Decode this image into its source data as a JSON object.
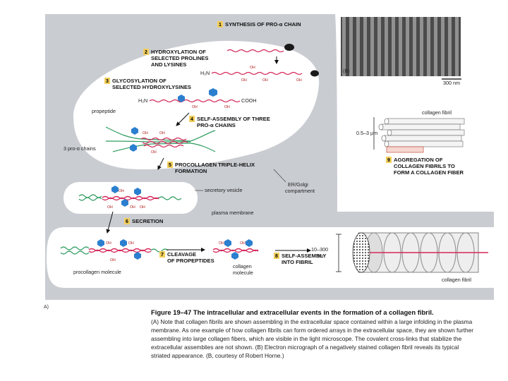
{
  "figure": {
    "steps": {
      "s1": {
        "num": "1",
        "text": "SYNTHESIS OF PRO-α CHAIN"
      },
      "s2": {
        "num": "2",
        "line1": "HYDROXYLATION OF",
        "line2": "SELECTED PROLINES",
        "line3": "AND LYSINES"
      },
      "s3": {
        "num": "3",
        "line1": "GLYCOSYLATION OF",
        "line2": "SELECTED HYDROXYLYSINES"
      },
      "s4": {
        "num": "4",
        "line1": "SELF-ASSEMBLY OF THREE",
        "line2": "PRO-α CHAINS"
      },
      "s5": {
        "num": "5",
        "line1": "PROCOLLAGEN TRIPLE-HELIX",
        "line2": "FORMATION"
      },
      "s6": {
        "num": "6",
        "text": "SECRETION"
      },
      "s7": {
        "num": "7",
        "line1": "CLEAVAGE",
        "line2": "OF PROPEPTIDES"
      },
      "s8": {
        "num": "8",
        "line1": "SELF-ASSEMBLY",
        "line2": "INTO FIBRIL"
      },
      "s9": {
        "num": "9",
        "line1": "AGGREGATION OF",
        "line2": "COLLAGEN FIBRILS TO",
        "line3": "FORM A COLLAGEN FIBER"
      }
    },
    "labels": {
      "h2n_1": "H₂N",
      "h2n_2": "H₂N",
      "cooh": "COOH",
      "propeptide": "propeptide",
      "three_chains": "3 pro-α chains",
      "secretory_vesicle": "secretory vesicle",
      "er_golgi_1": "ER/Golgi",
      "er_golgi_2": "compartment",
      "plasma_membrane": "plasma membrane",
      "procollagen_molecule": "procollagen molecule",
      "collagen_molecule_1": "collagen",
      "collagen_molecule_2": "molecule",
      "fibril_dim_1": "10–300",
      "fibril_dim_2": "nm",
      "collagen_fibril": "collagen fibril",
      "collagen_fibril_top": "collagen fibril",
      "fiber_dim": "0.5–3 µm",
      "oh": "OH",
      "micrograph_b": "(B)",
      "scale_bar": "300 nm",
      "panel_a": "A)"
    },
    "caption": {
      "title": "Figure 19–47 The intracellular and extracellular events in the formation of a collagen fibril.",
      "body": "(A) Note that collagen fibrils are shown assembling in the extracellular space contained within a large infolding in the plasma membrane. As one example of how collagen fibrils can form ordered arrays in the extracellular space, they are shown further assembling into large collagen fibers, which are visible in the light microscope. The covalent cross-links that stabilize the extracellular assemblies are not shown. (B) Electron micrograph of a negatively stained collagen fibril reveals its typical striated appearance. (B, courtesy of Robert Horne.)"
    },
    "colors": {
      "cell": "#c9ccd1",
      "interior": "#ffffff",
      "chain_red": "#d4285a",
      "chain_green": "#2e9b5f",
      "sugar_blue": "#2b7fcf",
      "ribosome": "#1a1a1a",
      "step_badge": "#f3cf5b",
      "micrograph_dark": "#3a3a3a",
      "micrograph_light": "#a9a9a9"
    }
  }
}
